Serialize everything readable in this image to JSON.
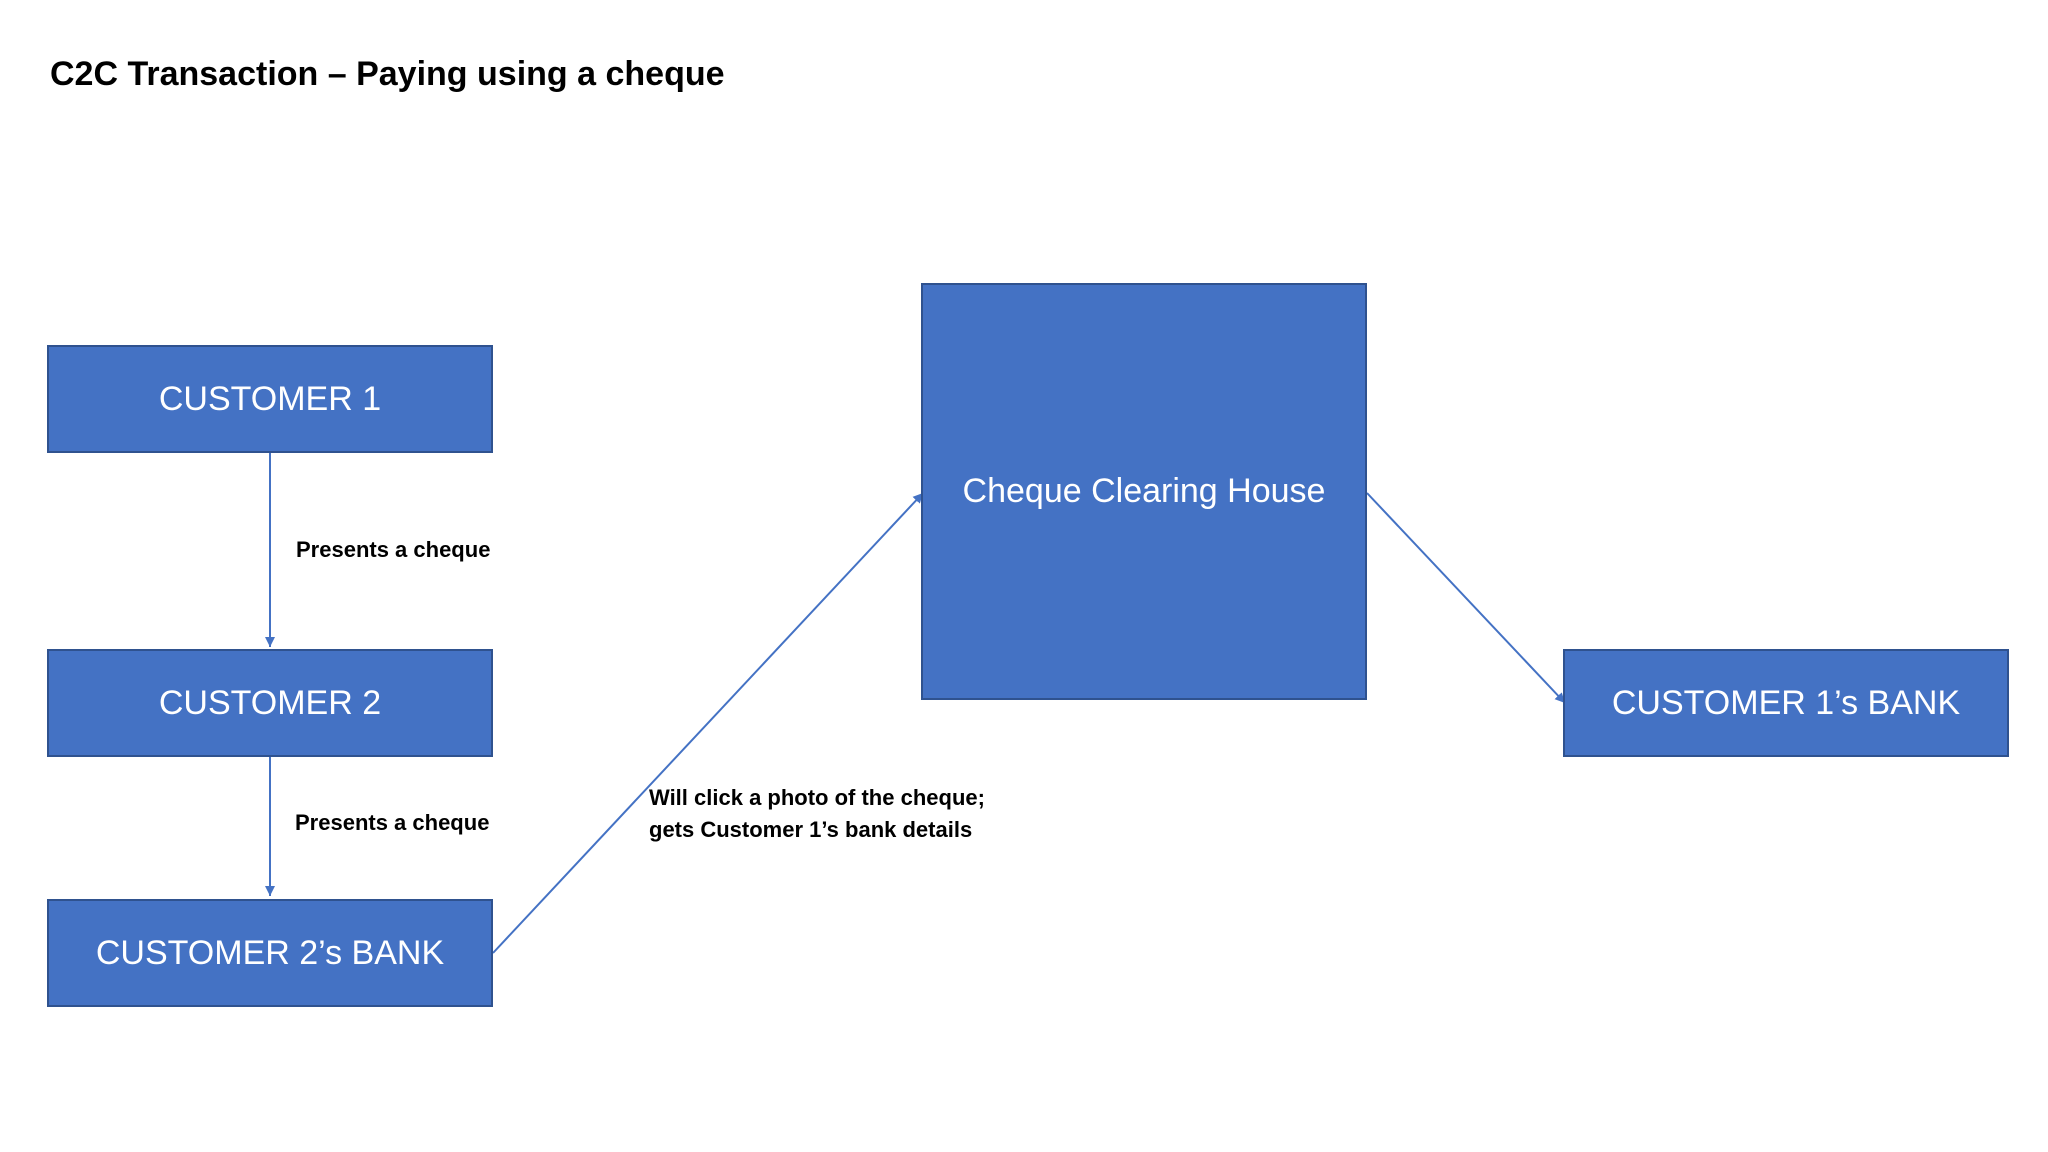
{
  "title": "C2C Transaction – Paying using a cheque",
  "colors": {
    "box_fill": "#4472c4",
    "box_border": "#2f528f",
    "box_text": "#ffffff",
    "arrow": "#4472c4"
  },
  "nodes": {
    "customer1": "CUSTOMER 1",
    "customer2": "CUSTOMER 2",
    "customer2_bank": "CUSTOMER 2’s BANK",
    "clearing_house": "Cheque Clearing House",
    "customer1_bank": "CUSTOMER 1’s BANK"
  },
  "edges": {
    "c1_to_c2": "Presents a cheque",
    "c2_to_bank2": "Presents a cheque",
    "bank2_to_clearing_line1": "Will click a photo of the cheque;",
    "bank2_to_clearing_line2": "gets Customer 1’s bank details"
  }
}
